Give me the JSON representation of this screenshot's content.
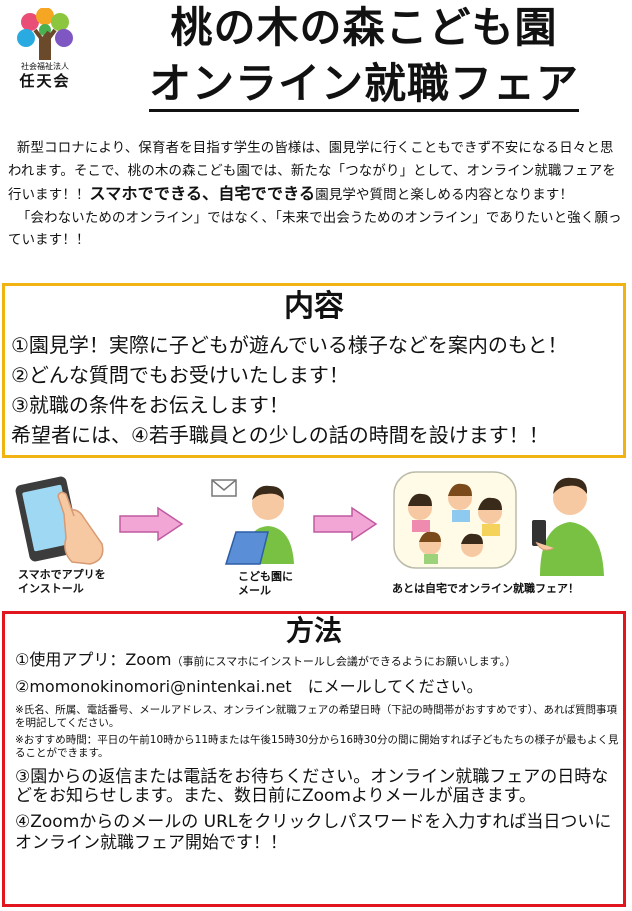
{
  "logo": {
    "org_type": "社会福祉法人",
    "org_name": "任天会",
    "colors": [
      "#e94e77",
      "#f5a623",
      "#8cc63f",
      "#29abe2",
      "#7e57c2",
      "#4caf50"
    ]
  },
  "title": {
    "line1": "桃の木の森こども園",
    "line2": "オンライン就職フェア"
  },
  "intro": {
    "p1_a": "新型コロナにより、保育者を目指す学生の皆様は、園見学に行くこともできず不安になる日々と思われます。そこで、桃の木の森こども園では、新たな「つながり」として、オンライン就職フェアを行います！！",
    "p1_emph": "スマホでできる、自宅でできる",
    "p1_b": "園見学や質問と楽しめる内容となります！",
    "p2": "「会わないためのオンライン」ではなく、「未来で出会うためのオンライン」でありたいと強く願っています！！"
  },
  "naiyou": {
    "heading": "内容",
    "items": [
      "①園見学！実際に子どもが遊んでいる様子などを案内のもと！",
      "②どんな質問でもお受けいたします！",
      "③就職の条件をお伝えします！",
      "希望者には、④若手職員との少しの話の時間を設けます！！"
    ]
  },
  "flow": {
    "step1_line1": "スマホでアプリを",
    "step1_line2": "インストール",
    "step2_line1": "こども園に",
    "step2_line2": "メール",
    "step3": "あとは自宅でオンライン就職フェア！",
    "arrow_color": "#f2a6d6"
  },
  "houhou": {
    "heading": "方法",
    "item1_main": "①使用アプリ：Zoom",
    "item1_note": "（事前にスマホにインストールし会議ができるようにお願いします。）",
    "item2_email": "②momonokinomori@nintenkai.net",
    "item2_rest": "　にメールしてください。",
    "note1": "※氏名、所属、電話番号、メールアドレス、オンライン就職フェアの希望日時（下記の時間帯がおすすめです）、あれば質問事項を明記してください。",
    "note2": "※おすすめ時間：平日の午前10時から11時または午後15時30分から16時30分の間に開始すれば子どもたちの様子が最もよく見ることができます。",
    "item3": "③園からの返信または電話をお待ちください。オンライン就職フェアの日時などをお知らせします。また、数日前にZoomよりメールが届きます。",
    "item4": "④Zoomからのメールの URLをクリックしパスワードを入力すれば当日ついにオンライン就職フェア開始です！！"
  }
}
